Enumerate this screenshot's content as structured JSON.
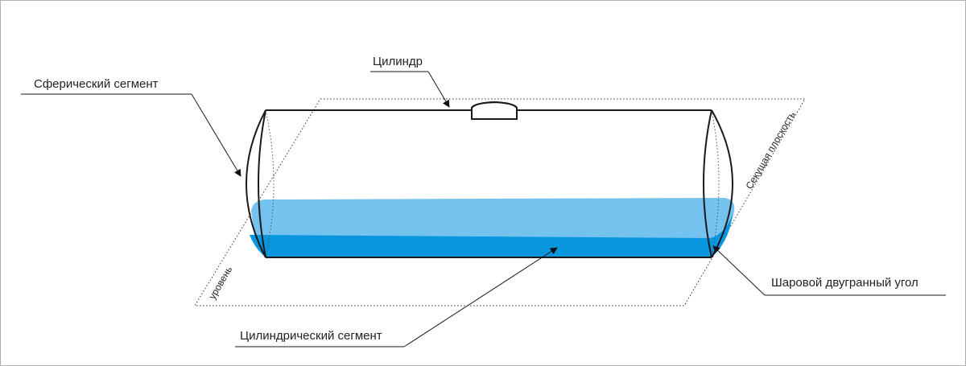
{
  "labels": {
    "cylinder": "Цилиндр",
    "spherical_segment": "Сферический сегмент",
    "cutting_plane": "Секущая плоскость",
    "level": "уровень",
    "spherical_dihedral_angle": "Шаровой двугранный угол",
    "cylindrical_segment": "Цилиндрический сегмент"
  },
  "colors": {
    "liquid_light": "#74c2ee",
    "liquid_dark": "#0896de",
    "outline": "#1a1a1a",
    "frame": "#b0b0b0"
  }
}
